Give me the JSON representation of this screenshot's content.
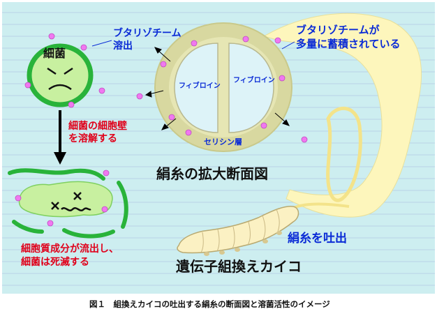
{
  "labels": {
    "bacterium": "細菌",
    "butarizo_release_1": "ブタリゾチーム",
    "butarizo_release_2": "溶出",
    "accum_1": "ブタリゾチームが",
    "accum_2": "多量に蓄積されている",
    "fibroin_left": "フィブロイン",
    "fibroin_right": "フィブロイン",
    "sericin": "セリシン層",
    "cell_wall_1": "細菌の細胞壁",
    "cell_wall_2": "を溶解する",
    "cross_section": "絹糸の拡大断面図",
    "cytoplasm_1": "細胞質成分が流出し、",
    "cytoplasm_2": "細菌は死滅する",
    "spit": "絹糸を吐出",
    "silkworm": "遺伝子組換えカイコ"
  },
  "caption": "図１　組換えカイコの吐出する絹糸の断面図と溶菌活性のイメージ",
  "colors": {
    "background": "#cdeef0",
    "lines": "#b9d2e6",
    "bacteria_fill": "#c8f0a0",
    "bacteria_outline": "#29b33a",
    "lysozyme_dot": "#f078f0",
    "silk_fill": "#fdf6bc",
    "silk_ring": "#d8d8a0",
    "fibroin_fill": "#ddf3f8"
  }
}
